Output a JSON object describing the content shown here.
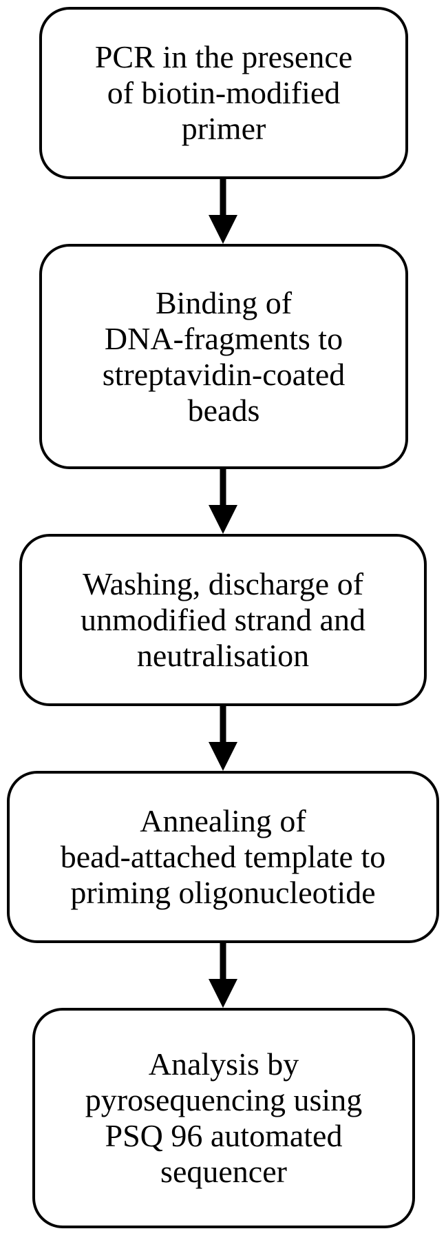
{
  "steps": [
    {
      "lines": [
        "PCR in the presence",
        "of biotin-modified",
        "primer"
      ]
    },
    {
      "lines": [
        "Binding of",
        "DNA-fragments to",
        "streptavidin-coated",
        "beads"
      ]
    },
    {
      "lines": [
        "Washing, discharge of",
        "unmodified strand and",
        "neutralisation"
      ]
    },
    {
      "lines": [
        "Annealing of",
        "bead-attached template to",
        "priming oligonucleotide"
      ]
    },
    {
      "lines": [
        "Analysis by",
        "pyrosequencing using",
        "PSQ 96 automated",
        "sequencer"
      ]
    }
  ],
  "colors": {
    "stroke": "#000000",
    "background": "#ffffff",
    "text": "#000000"
  }
}
